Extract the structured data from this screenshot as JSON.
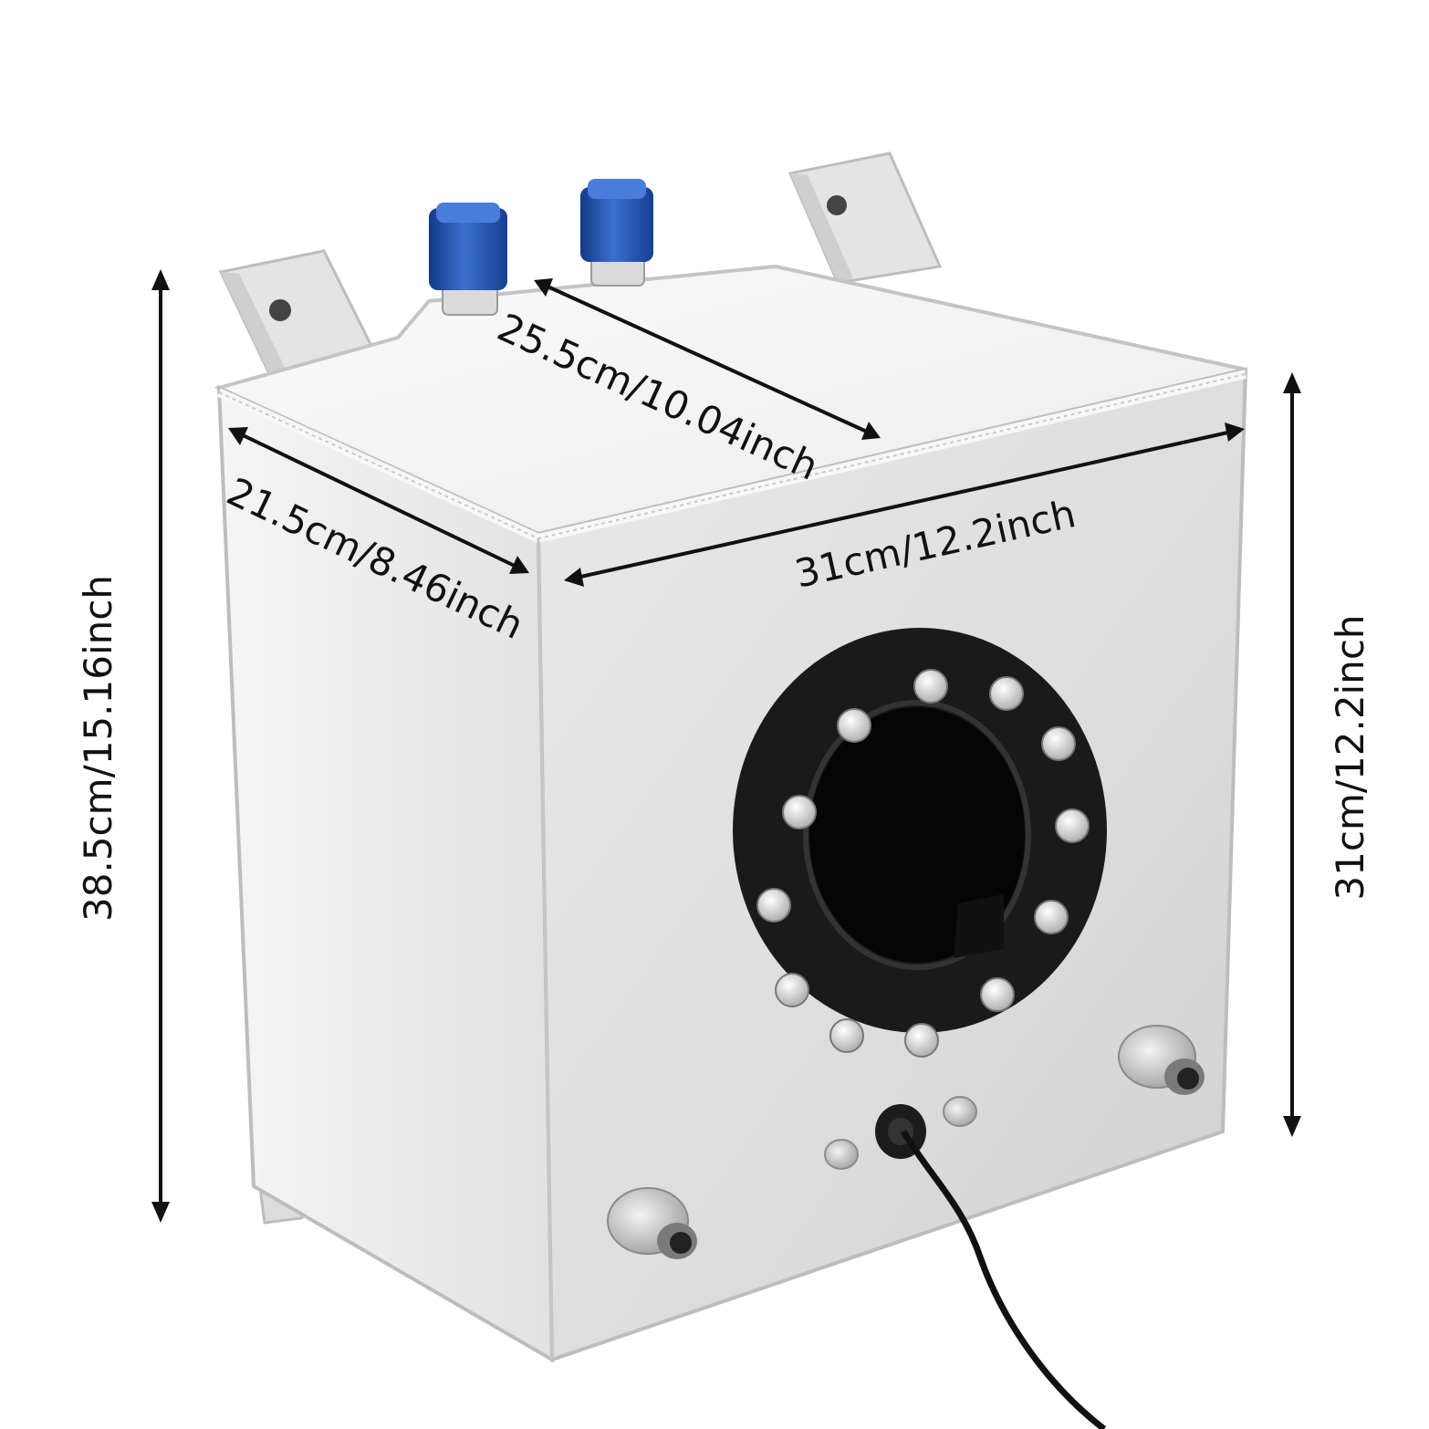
{
  "product": {
    "name_icon": "fuel-cell-tank-icon",
    "colors": {
      "background": "#ffffff",
      "aluminum_light": "#f2f2f2",
      "aluminum_mid": "#d9d9d9",
      "aluminum_dark": "#b9b9b9",
      "flange_black": "#1a1a1a",
      "fitting_blue": "#1f4fa8",
      "bolt_silver": "#e6e6e6",
      "arrow": "#111111"
    }
  },
  "dimensions": {
    "height_total": "38.5cm/15.16inch",
    "top_depth": "25.5cm/10.04inch",
    "side_depth": "21.5cm/8.46inch",
    "front_width": "31cm/12.2inch",
    "front_height": "31cm/12.2inch"
  }
}
